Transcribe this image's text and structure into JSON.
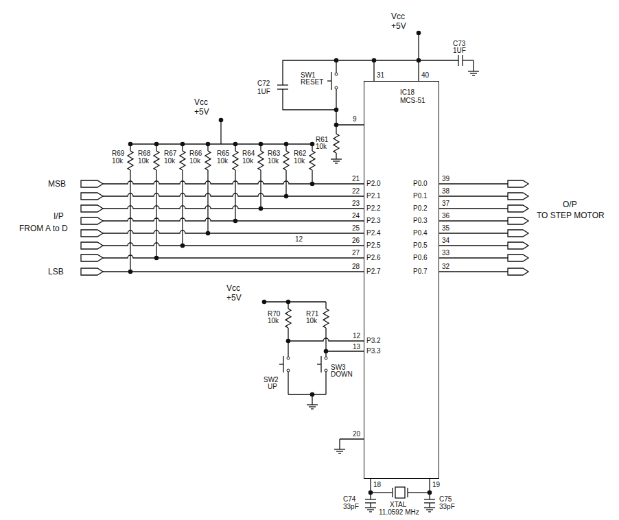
{
  "diagram": {
    "nodes": [
      {
        "text": [
          "IC18",
          "MCS-51"
        ]
      }
    ],
    "labels": [
      "MSB",
      "I/P",
      "FROM A to D",
      "LSB",
      "O/P",
      "TO STEP MOTOR",
      "Vcc",
      "+5V",
      "C73",
      "1UF",
      "C72",
      "1UF",
      "SW1",
      "RESET",
      "31",
      "40",
      "9",
      "R61",
      "10k",
      "Vcc",
      "+5V",
      "R69",
      "10k",
      "R68",
      "10k",
      "R67",
      "10k",
      "R66",
      "10k",
      "R65",
      "10k",
      "R64",
      "10k",
      "R63",
      "10k",
      "R62",
      "10k",
      "21",
      "22",
      "23",
      "24",
      "25",
      "26",
      "27",
      "28",
      "P2.0",
      "P2.1",
      "P2.2",
      "P2.3",
      "P2.4",
      "P2.5",
      "P2.6",
      "P2.7",
      "12",
      "P0.0",
      "P0.1",
      "P0.2",
      "P0.3",
      "P0.4",
      "P0.5",
      "P0.6",
      "P0.7",
      "39",
      "38",
      "37",
      "36",
      "35",
      "34",
      "33",
      "32",
      "Vcc",
      "+5V",
      "R70",
      "10k",
      "R71",
      "10k",
      "12",
      "P3.2",
      "13",
      "P3.3",
      "SW2",
      "UP",
      "SW3",
      "DOWN",
      "20",
      "18",
      "19",
      "C74",
      "33pF",
      "C75",
      "33pF",
      "XTAL",
      "11.0592 MHz"
    ]
  }
}
